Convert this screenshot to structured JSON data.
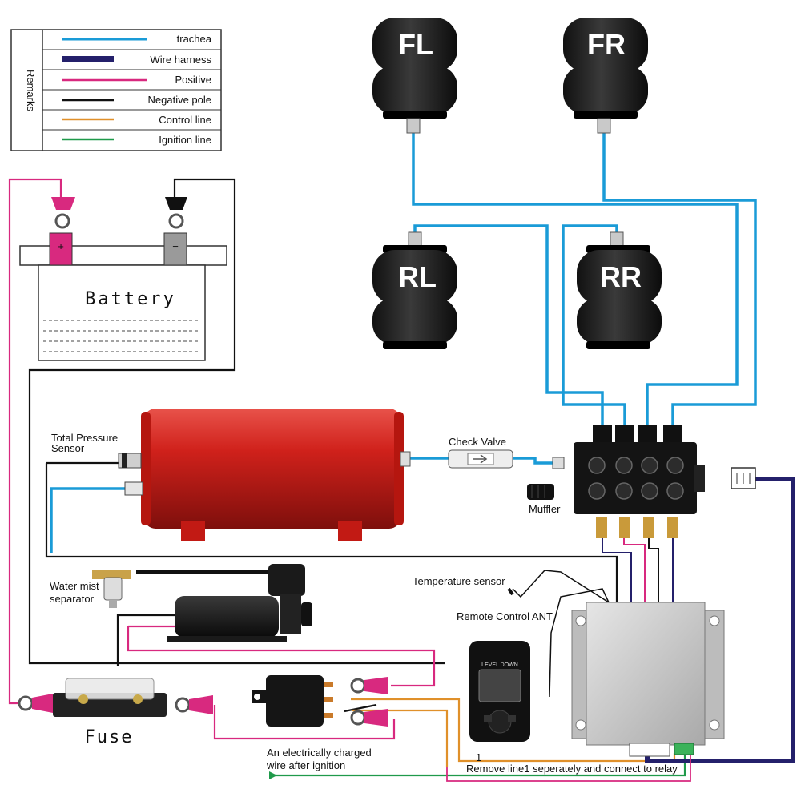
{
  "legend": {
    "title": "Remarks",
    "items": [
      {
        "label": "trachea",
        "color": "#1a9bd7"
      },
      {
        "label": "Wire harness",
        "color": "#24206b"
      },
      {
        "label": "Positive",
        "color": "#d8297f"
      },
      {
        "label": "Negative pole",
        "color": "#111111"
      },
      {
        "label": "Control line",
        "color": "#e0902a"
      },
      {
        "label": "Ignition line",
        "color": "#1f9a4a"
      }
    ]
  },
  "bags": {
    "fl": "FL",
    "fr": "FR",
    "rl": "RL",
    "rr": "RR"
  },
  "battery": {
    "label": "Battery",
    "positive": "+",
    "negative": "−"
  },
  "labels": {
    "total_pressure_sensor_1": "Total Pressure",
    "total_pressure_sensor_2": "Sensor",
    "check_valve": "Check Valve",
    "muffler": "Muffler",
    "water_mist_1": "Water mist",
    "water_mist_2": "separator",
    "temperature_sensor": "Temperature sensor",
    "remote_ant": "Remote Control ANT",
    "fuse": "Fuse",
    "ignition_1": "An electrically charged",
    "ignition_2": "wire after ignition",
    "line_number": "1",
    "remove_line": "Remove line1 seperately and connect to relay"
  },
  "remote": {
    "brand": "LEVEL DOWN"
  }
}
